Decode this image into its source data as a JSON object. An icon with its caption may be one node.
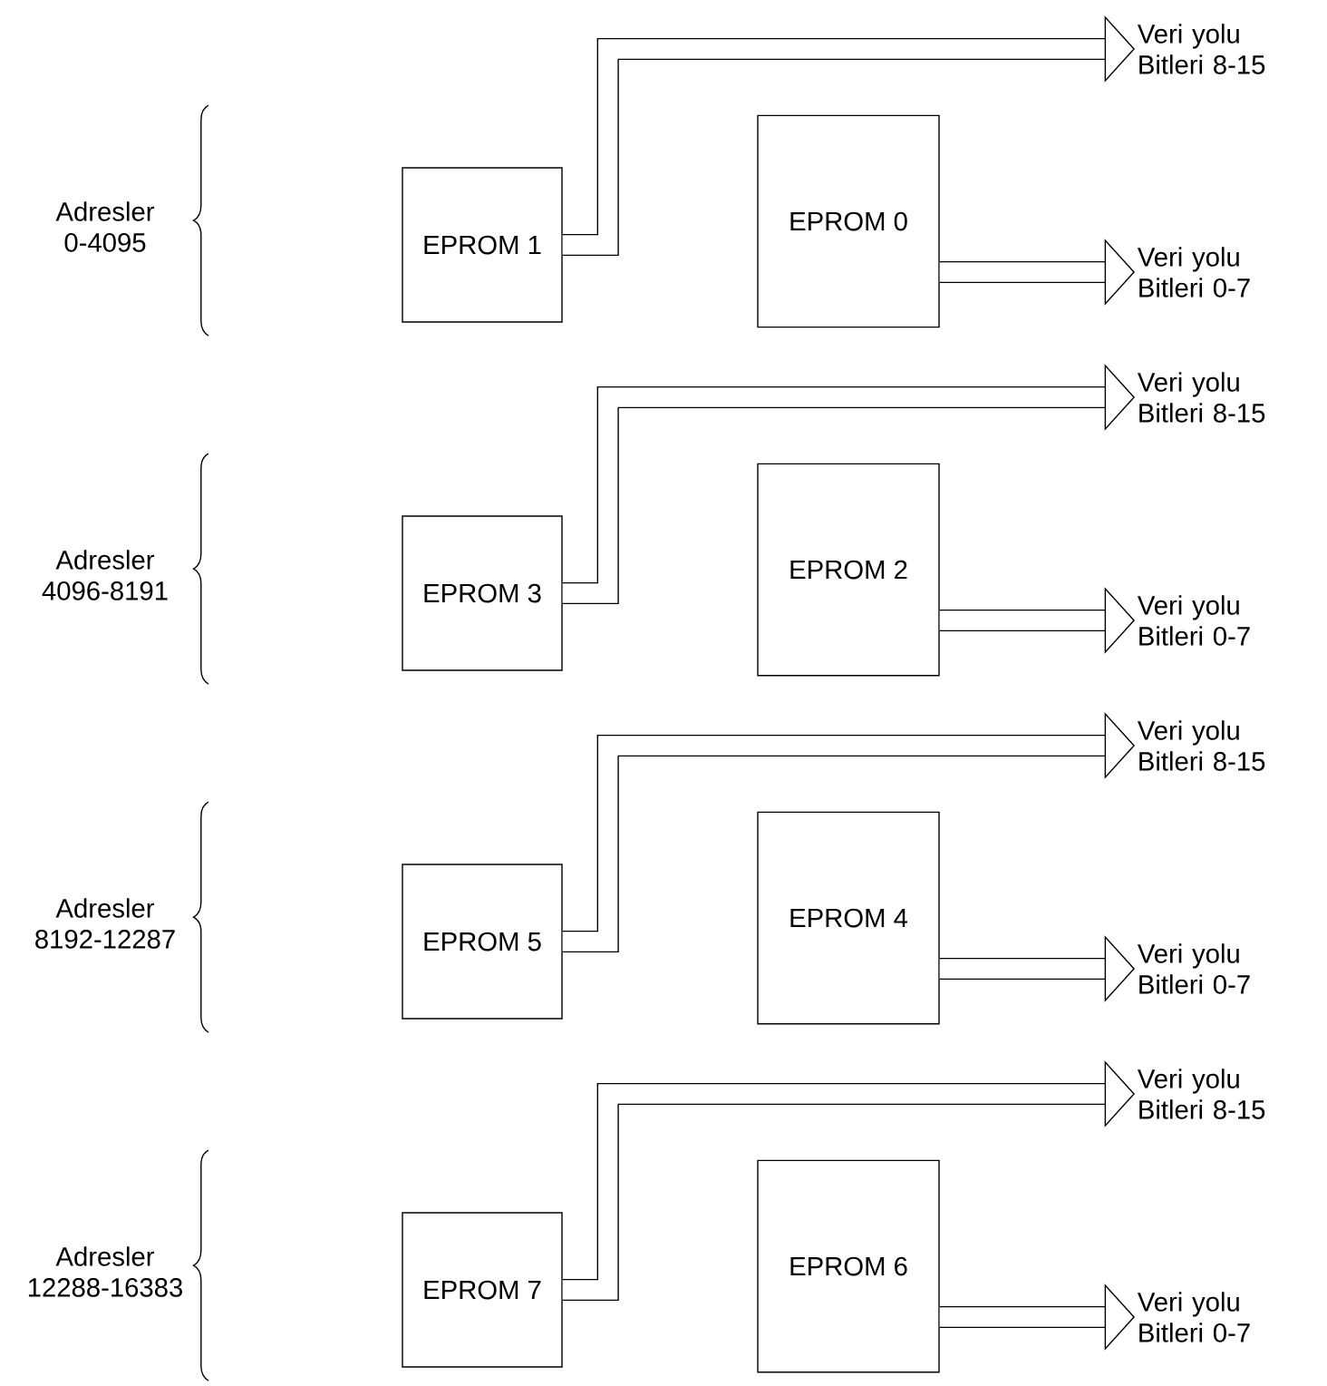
{
  "diagram": {
    "nodes": [
      {
        "text": [
          "Veri yolu Bitleri 8-15"
        ]
      },
      {
        "text": [
          "EPROM 1"
        ]
      },
      {
        "text": [
          "EPROM 0"
        ]
      },
      {
        "text": [
          "Veri yolu Bitleri 0-7"
        ]
      },
      {
        "text": [
          "Veri yolu Bitleri 8-15"
        ]
      },
      {
        "text": [
          "EPROM 3"
        ]
      },
      {
        "text": [
          "EPROM 2"
        ]
      },
      {
        "text": [
          "Veri yolu Bitleri 0-7"
        ]
      },
      {
        "text": [
          "Veri yolu Bitleri 8-15"
        ]
      },
      {
        "text": [
          "EPROM 5"
        ]
      },
      {
        "text": [
          "EPROM 4"
        ]
      },
      {
        "text": [
          "Veri yolu Bitleri 0-7"
        ]
      },
      {
        "text": [
          "Veri yolu Bitleri 8-15"
        ]
      },
      {
        "text": [
          "EPROM 7"
        ]
      },
      {
        "text": [
          "EPROM 6"
        ]
      },
      {
        "text": [
          "Veri yolu Bitleri 0-7"
        ]
      }
    ],
    "edges": [
      {
        "from": 1,
        "to": 0,
        "arrow": "to"
      },
      {
        "from": 2,
        "to": 3,
        "arrow": "to"
      },
      {
        "from": 5,
        "to": 4,
        "arrow": "to"
      },
      {
        "from": 6,
        "to": 7,
        "arrow": "to"
      },
      {
        "from": 9,
        "to": 8,
        "arrow": "to"
      },
      {
        "from": 10,
        "to": 11,
        "arrow": "to"
      },
      {
        "from": 13,
        "to": 12,
        "arrow": "to"
      },
      {
        "from": 14,
        "to": 15,
        "arrow": "to"
      }
    ],
    "labels": [
      "Adresler 0-4095",
      "Adresler 4096-8191",
      "Adresler 8192-12287",
      "Adresler 12288-16383"
    ]
  }
}
